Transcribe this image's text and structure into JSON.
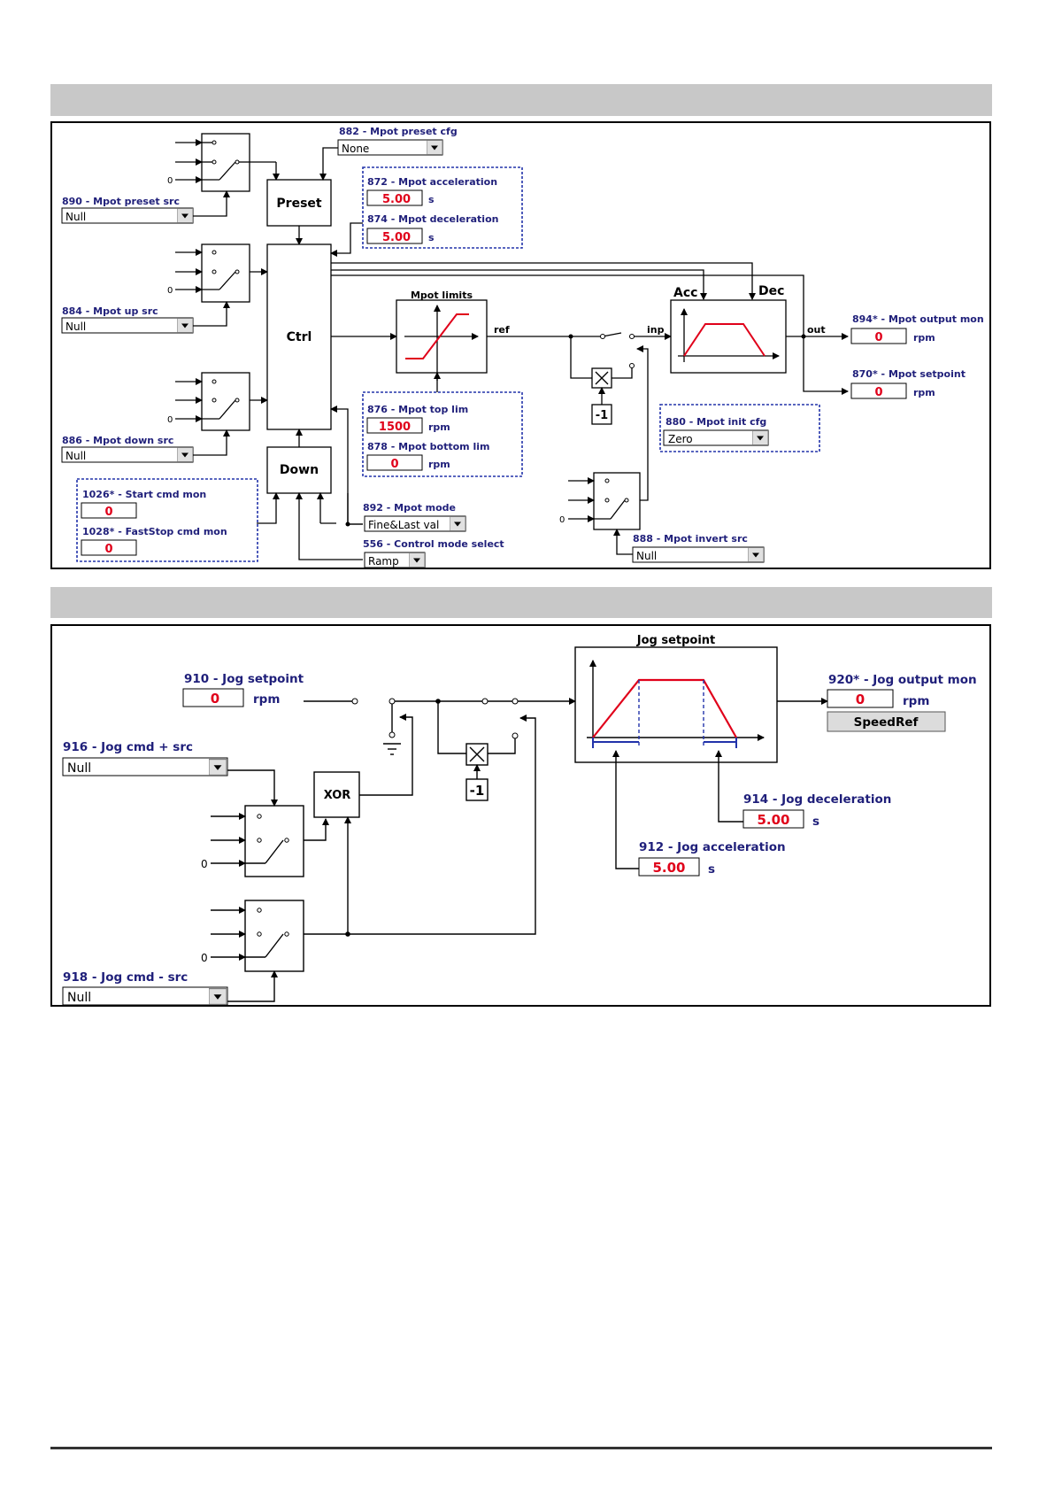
{
  "mpot": {
    "preset_cfg": {
      "label": "882 - Mpot preset cfg",
      "value": "None"
    },
    "accel": {
      "label": "872 - Mpot acceleration",
      "value": "5.00",
      "unit": "s"
    },
    "decel": {
      "label": "874 - Mpot deceleration",
      "value": "5.00",
      "unit": "s"
    },
    "preset_src": {
      "label": "890 - Mpot preset src",
      "value": "Null"
    },
    "up_src": {
      "label": "884 - Mpot up src",
      "value": "Null"
    },
    "down_src": {
      "label": "886 - Mpot down src",
      "value": "Null"
    },
    "blocks": {
      "preset": "Preset",
      "ctrl": "Ctrl",
      "down": "Down",
      "limits": "Mpot limits",
      "acc": "Acc",
      "dec": "Dec"
    },
    "signals": {
      "ref": "ref",
      "inp": "inp",
      "out": "out",
      "zero": "0",
      "neg1": "-1"
    },
    "output_mon": {
      "label": "894* - Mpot output mon",
      "value": "0",
      "unit": "rpm"
    },
    "setpoint": {
      "label": "870* - Mpot setpoint",
      "value": "0",
      "unit": "rpm"
    },
    "top_lim": {
      "label": "876 - Mpot top lim",
      "value": "1500",
      "unit": "rpm"
    },
    "bottom_lim": {
      "label": "878 - Mpot bottom lim",
      "value": "0",
      "unit": "rpm"
    },
    "init_cfg": {
      "label": "880 - Mpot init cfg",
      "value": "Zero"
    },
    "start_cmd": {
      "label": "1026* - Start cmd mon",
      "value": "0"
    },
    "faststop_cmd": {
      "label": "1028* - FastStop cmd mon",
      "value": "0"
    },
    "mode": {
      "label": "892 - Mpot mode",
      "value": "Fine&Last val"
    },
    "control_mode": {
      "label": "556 - Control mode select",
      "value": "Ramp"
    },
    "invert_src": {
      "label": "888 - Mpot invert src",
      "value": "Null"
    }
  },
  "jog": {
    "setpoint": {
      "label": "910 - Jog setpoint",
      "value": "0",
      "unit": "rpm"
    },
    "cmd_plus": {
      "label": "916 - Jog cmd + src",
      "value": "Null"
    },
    "cmd_minus": {
      "label": "918 - Jog cmd - src",
      "value": "Null"
    },
    "xor": "XOR",
    "neg1": "-1",
    "zero": "0",
    "ramp_title": "Jog setpoint",
    "output_mon": {
      "label": "920* - Jog output mon",
      "value": "0",
      "unit": "rpm",
      "button": "SpeedRef"
    },
    "decel": {
      "label": "914 - Jog deceleration",
      "value": "5.00",
      "unit": "s"
    },
    "accel": {
      "label": "912 - Jog acceleration",
      "value": "5.00",
      "unit": "s"
    }
  },
  "colors": {
    "label_blue": "#1f1f7a",
    "value_red": "#e0001a",
    "dash_blue": "#2233aa",
    "ramp_red": "#e0001a"
  }
}
